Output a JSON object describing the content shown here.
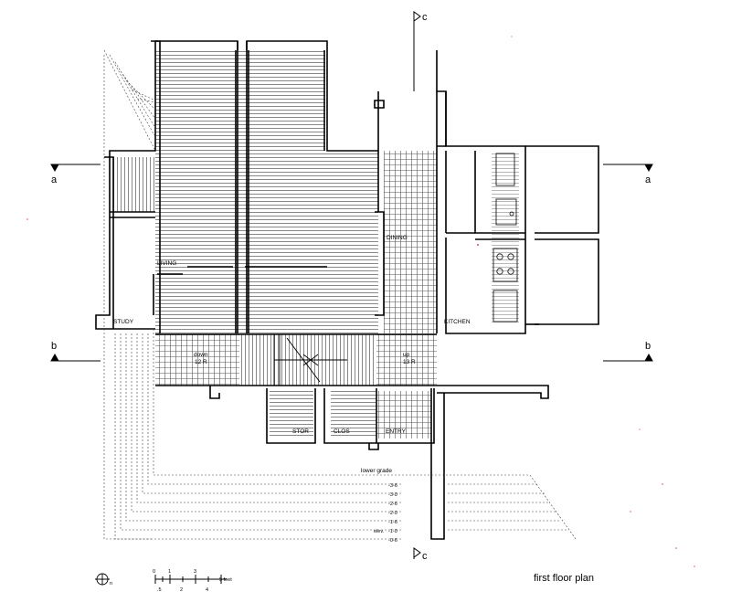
{
  "plan": {
    "title": "first floor plan",
    "section_a": "a",
    "section_b": "b",
    "section_c": "c",
    "north": "n"
  },
  "rooms": {
    "living": "LIVING",
    "dining": "DINING",
    "study": "STUDY",
    "kitchen": "KITCHEN",
    "stor": "STOR",
    "clos": "CLOS",
    "entry": "ENTRY"
  },
  "stairs": {
    "down": "down",
    "down_risers": "12 R",
    "up": "up",
    "up_risers": "13 R"
  },
  "grade": {
    "lower_grade": "lower grade",
    "elev": "elev.",
    "levels": [
      "-3-6",
      "-3-0",
      "-2-6",
      "-2-0",
      "-1-6",
      "-1-0",
      "-0-6"
    ]
  },
  "scale": {
    "ticks_top": [
      "0",
      "1",
      "3"
    ],
    "ticks_bottom": [
      ".5",
      "2",
      "4"
    ],
    "unit": "5 feet"
  }
}
